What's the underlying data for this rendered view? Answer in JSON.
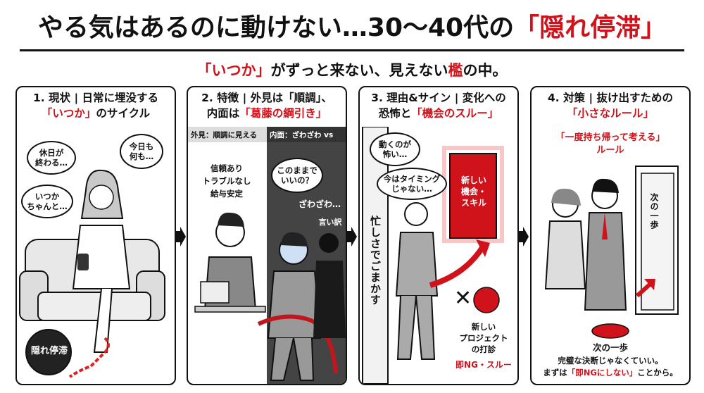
{
  "title": {
    "main": "やる気はあるのに動けない…30〜40代の",
    "accent": "「隠れ停滞」"
  },
  "subtitle": {
    "accent": "「いつか」",
    "text1": "がずっと来ない、見えない",
    "accent2": "檻",
    "text2": "の中。"
  },
  "panels": [
    {
      "head_line1": "1. 現状 | 日常に埋没する",
      "head_line2_accent": "「いつか」",
      "head_line2_rest": "のサイクル",
      "bubbles": [
        "休日が\n終わる…",
        "今日も\n何も…",
        "いつか\nちゃんと…"
      ],
      "ball_label": "隠れ停滞"
    },
    {
      "head_line1": "2. 特徴 | 外見は「順調」、",
      "head_line2_pre": "内面は",
      "head_line2_accent": "「葛藤の綱引き」",
      "left_tag": "外見：順調に見える",
      "right_tag": "内面：ざわざわ vs",
      "left_list": "信頼あり\nトラブルなし\n給与安定",
      "bubble": "このままで\nいいの？",
      "noise": "ざわざわ…",
      "shadow_label": "言い訳"
    },
    {
      "head_line1": "3. 理由&サイン | 変化への",
      "head_line2_pre": "恐怖と",
      "head_line2_accent": "「機会のスルー」",
      "bubble1": "動くのが\n怖い…",
      "bubble2": "今はタイミング\nじゃない…",
      "door_label": "新しい\n機会・\nスキル",
      "vertical_text": "忙しさでごまかす",
      "cross": "✕",
      "project_label": "新しい\nプロジェクト\nの打診",
      "reject_label": "即NG・スルー"
    },
    {
      "head_line1": "4. 対策 | 抜け出すための",
      "head_line2_accent": "「小さなルール」",
      "rule_line1": "「一度持ち帰って考える」",
      "rule_line2": "ルール",
      "door_label": "次の一歩",
      "button_label": "次の一歩",
      "footer_line1": "完璧な決断じゃなくていい。",
      "footer_line2_pre": "まずは",
      "footer_line2_accent": "「即NGにしない」",
      "footer_line2_post": "ことから。"
    }
  ],
  "colors": {
    "accent": "#d0121b",
    "ink": "#111111"
  }
}
